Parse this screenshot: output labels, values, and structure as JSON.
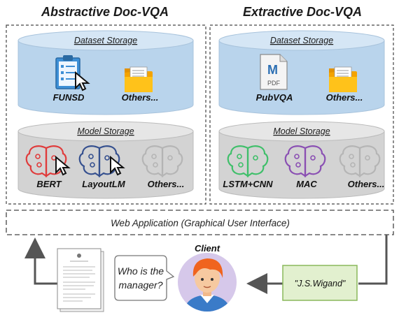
{
  "abstractive": {
    "title": "Abstractive Doc-VQA",
    "dataset_storage": "Dataset Storage",
    "datasets": [
      "FUNSD",
      "Others..."
    ],
    "model_storage": "Model Storage",
    "models": [
      "BERT",
      "LayoutLM",
      "Others..."
    ]
  },
  "extractive": {
    "title": "Extractive Doc-VQA",
    "dataset_storage": "Dataset Storage",
    "datasets": [
      "PubVQA",
      "Others..."
    ],
    "pdf_icon_text": "PDF",
    "model_storage": "Model Storage",
    "models": [
      "LSTM+CNN",
      "MAC",
      "Others..."
    ]
  },
  "web_app": "Web Application (Graphical User Interface)",
  "client": {
    "label": "Client",
    "question_line1": "Who is the",
    "question_line2": "manager?",
    "answer": "\"J.S.Wigand\""
  },
  "colors": {
    "storage_blue": "#b9d4ec",
    "storage_gray": "#d3d3d3",
    "bert_red": "#e03b3b",
    "layoutlm_blue": "#35508f",
    "lstm_green": "#3fbf6a",
    "mac_purple": "#8a4fb3",
    "answer_green_fill": "#e2f0cf",
    "answer_green_border": "#8ab95b",
    "client_circle": "#d6c8ea"
  }
}
